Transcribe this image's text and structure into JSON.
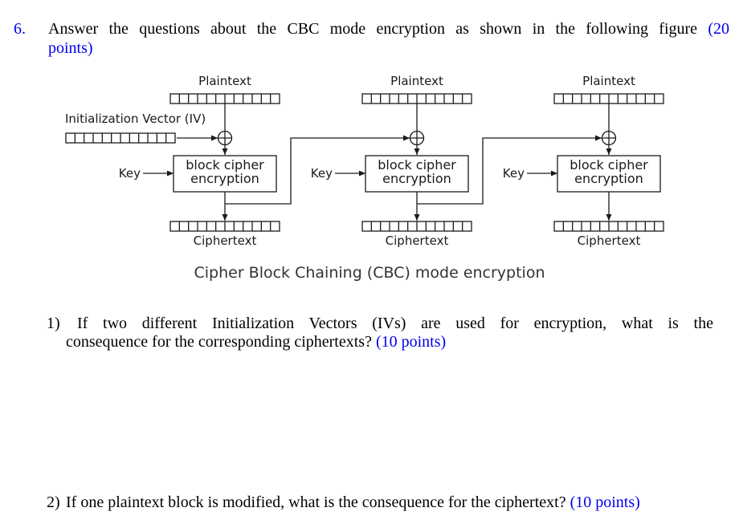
{
  "document": {
    "background": "#ffffff",
    "text_color": "#000000",
    "accent_blue": "#0000EE"
  },
  "heading": {
    "number": "6.",
    "text": "Answer the questions about the CBC mode encryption as shown in the following figure",
    "points_open": "(20",
    "points_close": "points)"
  },
  "figure": {
    "caption": "Cipher Block Chaining (CBC) mode encryption",
    "iv_label": "Initialization Vector (IV)",
    "plaintext_label": "Plaintext",
    "ciphertext_label": "Ciphertext",
    "key_label": "Key",
    "box_label_line1": "block cipher",
    "box_label_line2": "encryption",
    "xor_symbol": "⊕",
    "stages": 3,
    "cells_per_block": 12,
    "stroke_color": "#1a1a1a",
    "caption_color": "#333333"
  },
  "questions": [
    {
      "number": "1)",
      "line1": "If two different Initialization Vectors (IVs) are used for encryption, what is the",
      "line2": "consequence for the corresponding ciphertexts?",
      "points": "(10 points)"
    },
    {
      "number": "2)",
      "text": "If one plaintext block is modified, what is the consequence for the ciphertext?",
      "points": "(10 points)"
    }
  ]
}
